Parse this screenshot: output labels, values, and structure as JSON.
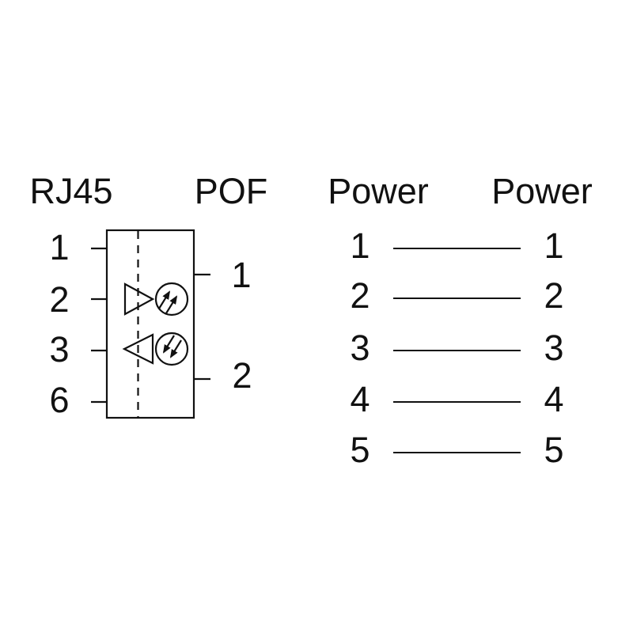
{
  "colors": {
    "background": "#ffffff",
    "ink": "#111111"
  },
  "fiber_diagram": {
    "header_left": "RJ45",
    "header_right": "POF",
    "rj45_pins": [
      "1",
      "2",
      "3",
      "6"
    ],
    "pof_ports": [
      "1",
      "2"
    ],
    "icons": {
      "transmit_buffer": "triangle-right-icon",
      "transmit_emitter": "optical-emitter-arrows-out-icon",
      "receive_buffer": "triangle-left-icon",
      "receive_detector": "optical-detector-arrows-in-icon",
      "isolation_boundary": "dashed-line"
    }
  },
  "power_diagram": {
    "header_left": "Power",
    "header_right": "Power",
    "left_pins": [
      "1",
      "2",
      "3",
      "4",
      "5"
    ],
    "right_pins": [
      "1",
      "2",
      "3",
      "4",
      "5"
    ]
  }
}
